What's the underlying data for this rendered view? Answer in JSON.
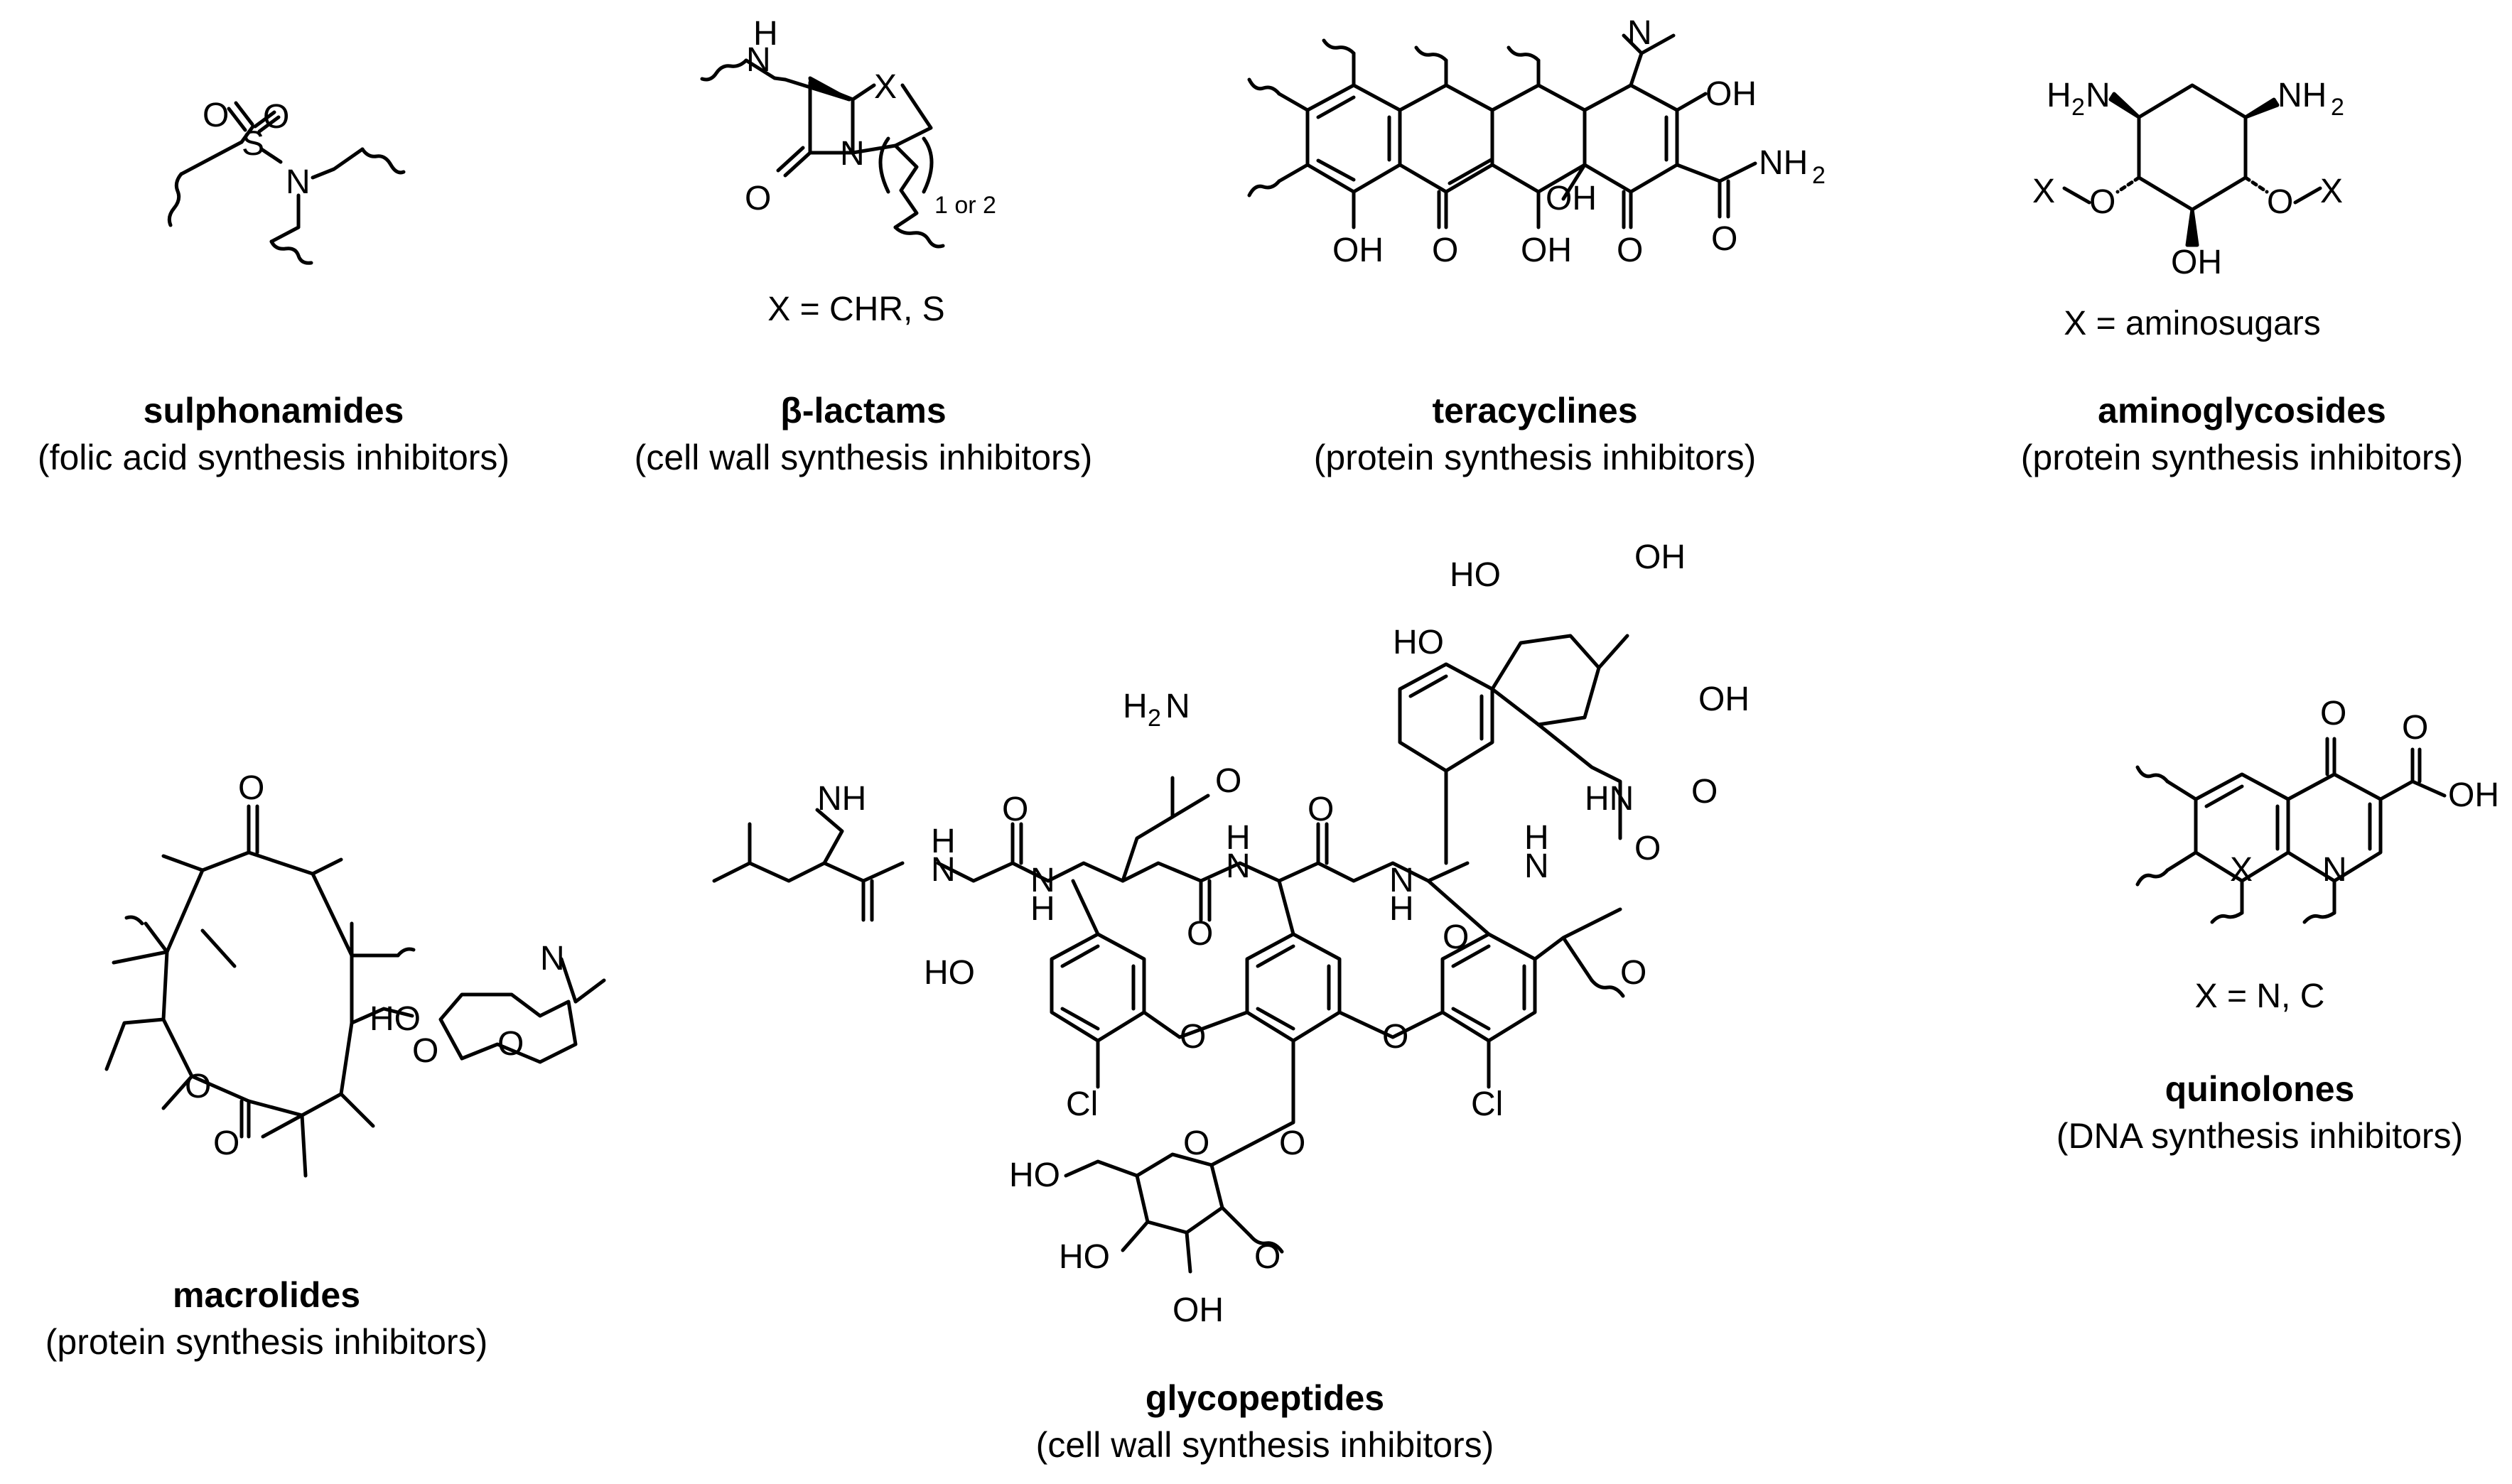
{
  "classes": [
    {
      "id": "sulphonamides",
      "name": "sulphonamides",
      "desc": "(folic acid synthesis inhibitors)"
    },
    {
      "id": "beta-lactams",
      "name": "β-lactams",
      "desc": "(cell wall synthesis inhibitors)",
      "note": "X = CHR, S",
      "ring_label": "1 or 2"
    },
    {
      "id": "teracyclines",
      "name": "teracyclines",
      "desc": "(protein synthesis inhibitors)"
    },
    {
      "id": "aminoglycosides",
      "name": "aminoglycosides",
      "desc": "(protein synthesis inhibitors)",
      "note": "X = aminosugars"
    },
    {
      "id": "macrolides",
      "name": "macrolides",
      "desc": "(protein synthesis inhibitors)"
    },
    {
      "id": "glycopeptides",
      "name": "glycopeptides",
      "desc": "(cell wall synthesis inhibitors)"
    },
    {
      "id": "quinolones",
      "name": "quinolones",
      "desc": "(DNA synthesis inhibitors)",
      "note": "X = N, C"
    }
  ],
  "atoms": {
    "o": "O",
    "n": "N",
    "s": "S",
    "x": "X",
    "cl": "Cl",
    "oh": "OH",
    "ho": "HO",
    "h": "H",
    "nh": "NH",
    "hn": "HN",
    "nh2_sub": "NH",
    "nh2_pre": "H",
    "two": "2"
  }
}
